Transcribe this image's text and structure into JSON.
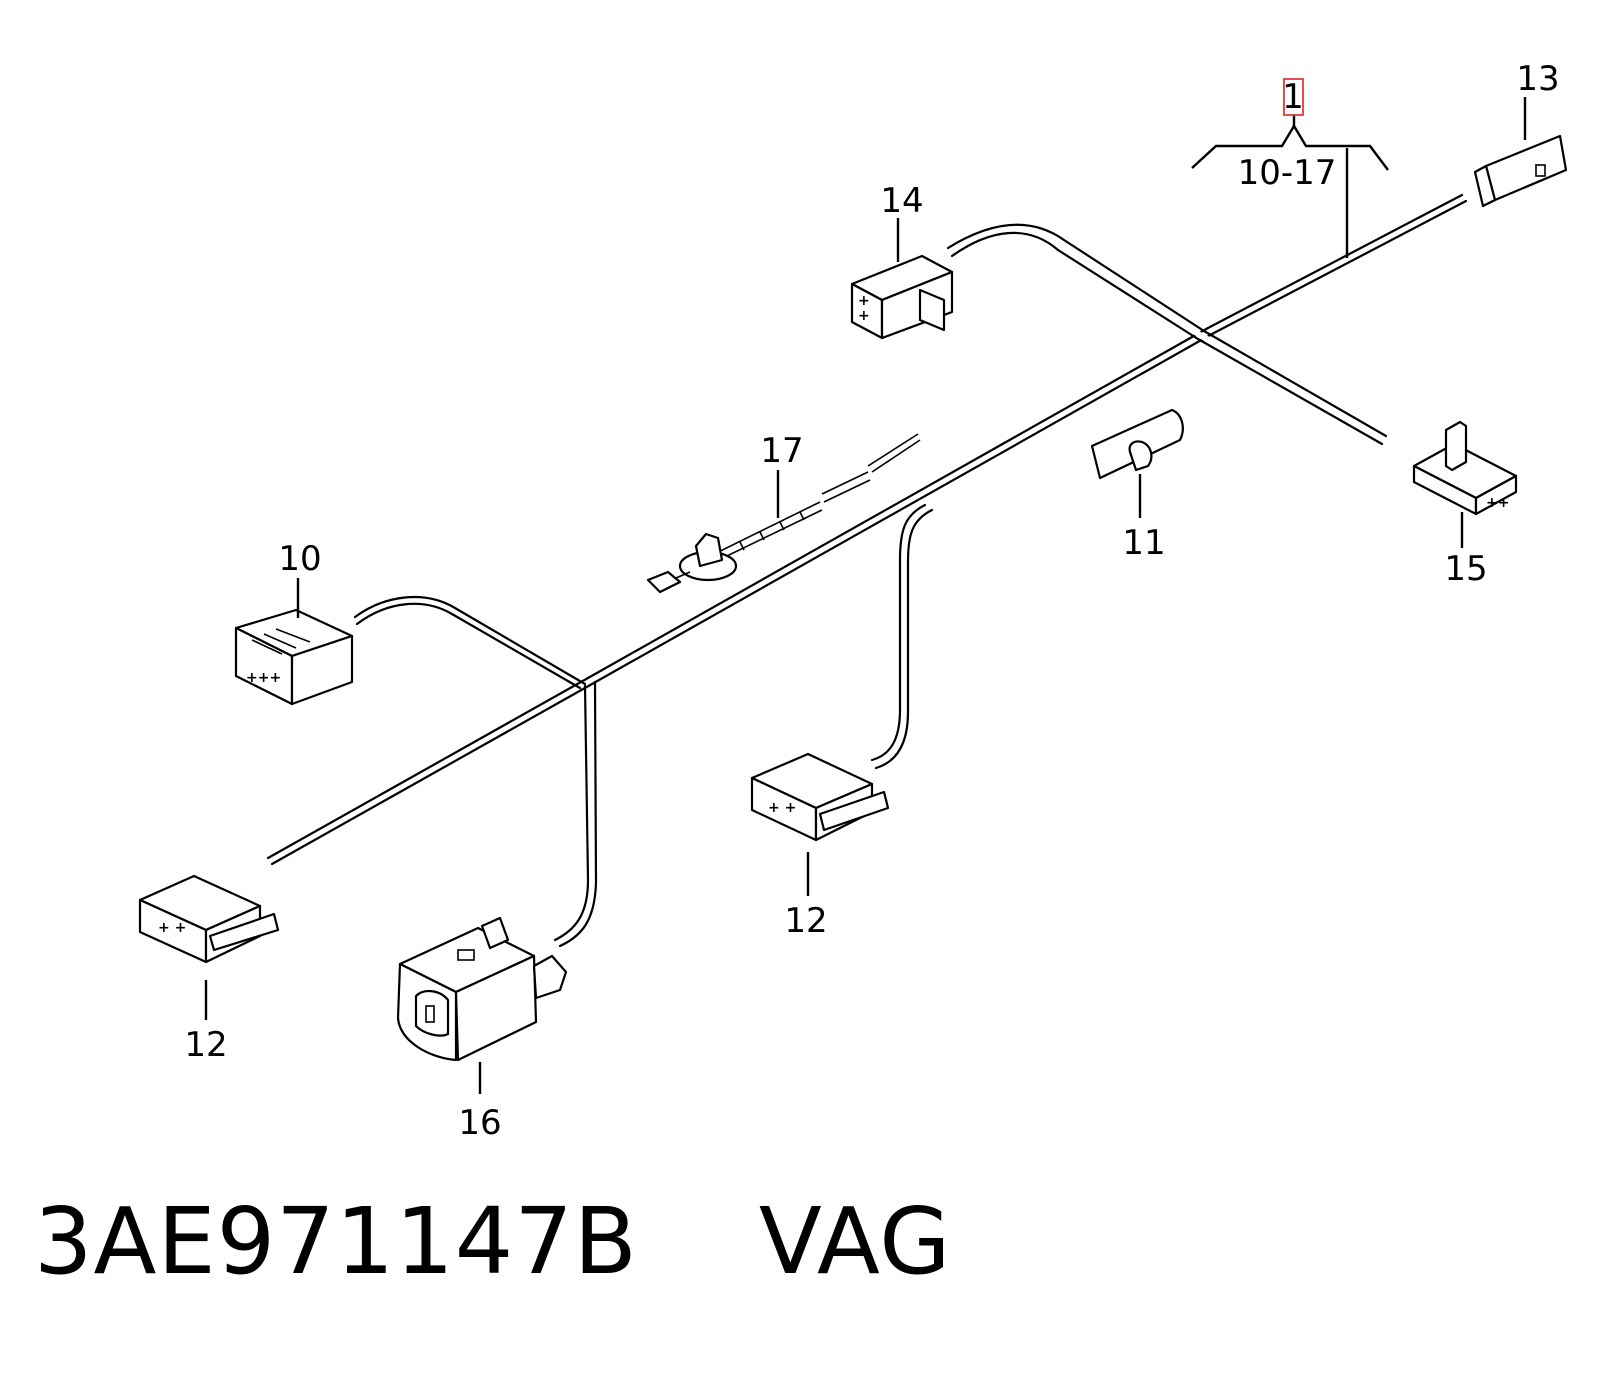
{
  "diagram": {
    "callouts": {
      "main_assembly": "1",
      "range": "10-17",
      "c10": "10",
      "c11": "11",
      "c12_left": "12",
      "c12_mid": "12",
      "c13": "13",
      "c14": "14",
      "c15": "15",
      "c16": "16",
      "c17": "17"
    },
    "highlight_color": "#e0393e"
  },
  "footer": {
    "part_number": "3AE971147B    VAG"
  }
}
